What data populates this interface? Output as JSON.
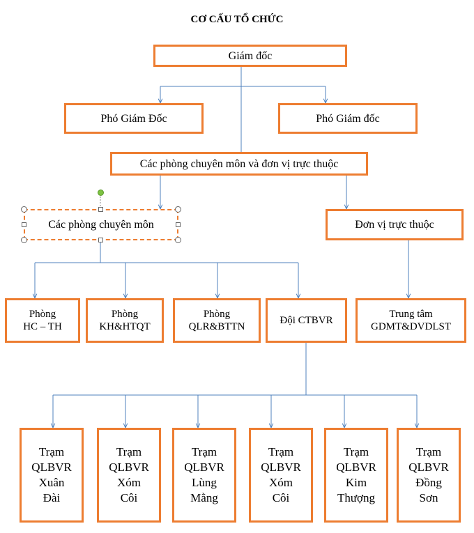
{
  "title": "CƠ CẤU TỔ CHỨC",
  "nodes": {
    "giam_doc": "Giám đốc",
    "pho_gd_1": "Phó Giám Đốc",
    "pho_gd_2": "Phó Giám đốc",
    "cac_phong_va_don_vi": "Các phòng chuyên môn và đơn vị trực thuộc",
    "cac_phong_chuyen_mon": "Các phòng chuyên môn",
    "don_vi_truc_thuoc": "Đơn vị trực thuộc",
    "phong_hc_th": [
      "Phòng",
      "HC – TH"
    ],
    "phong_kh_htqt": [
      "Phòng",
      "KH&HTQT"
    ],
    "phong_qlr_bttn": [
      "Phòng",
      "QLR&BTTN"
    ],
    "doi_ctbvr": "Đội CTBVR",
    "trung_tam": [
      "Trung tâm",
      "GDMT&DVDLST"
    ],
    "stations": [
      [
        "Trạm",
        "QLBVR",
        "Xuân",
        "Đài"
      ],
      [
        "Trạm",
        "QLBVR",
        "Xóm",
        "Côi"
      ],
      [
        "Trạm",
        "QLBVR",
        "Lùng",
        "Mằng"
      ],
      [
        "Trạm",
        "QLBVR",
        "Xóm",
        "Côi"
      ],
      [
        "Trạm",
        "QLBVR",
        "Kim",
        "Thượng"
      ],
      [
        "Trạm",
        "QLBVR",
        "Đồng",
        "Sơn"
      ]
    ]
  },
  "colors": {
    "box_border": "#ED7D31",
    "connector": "#4F81BD",
    "rotate_handle": "#7DC242"
  }
}
